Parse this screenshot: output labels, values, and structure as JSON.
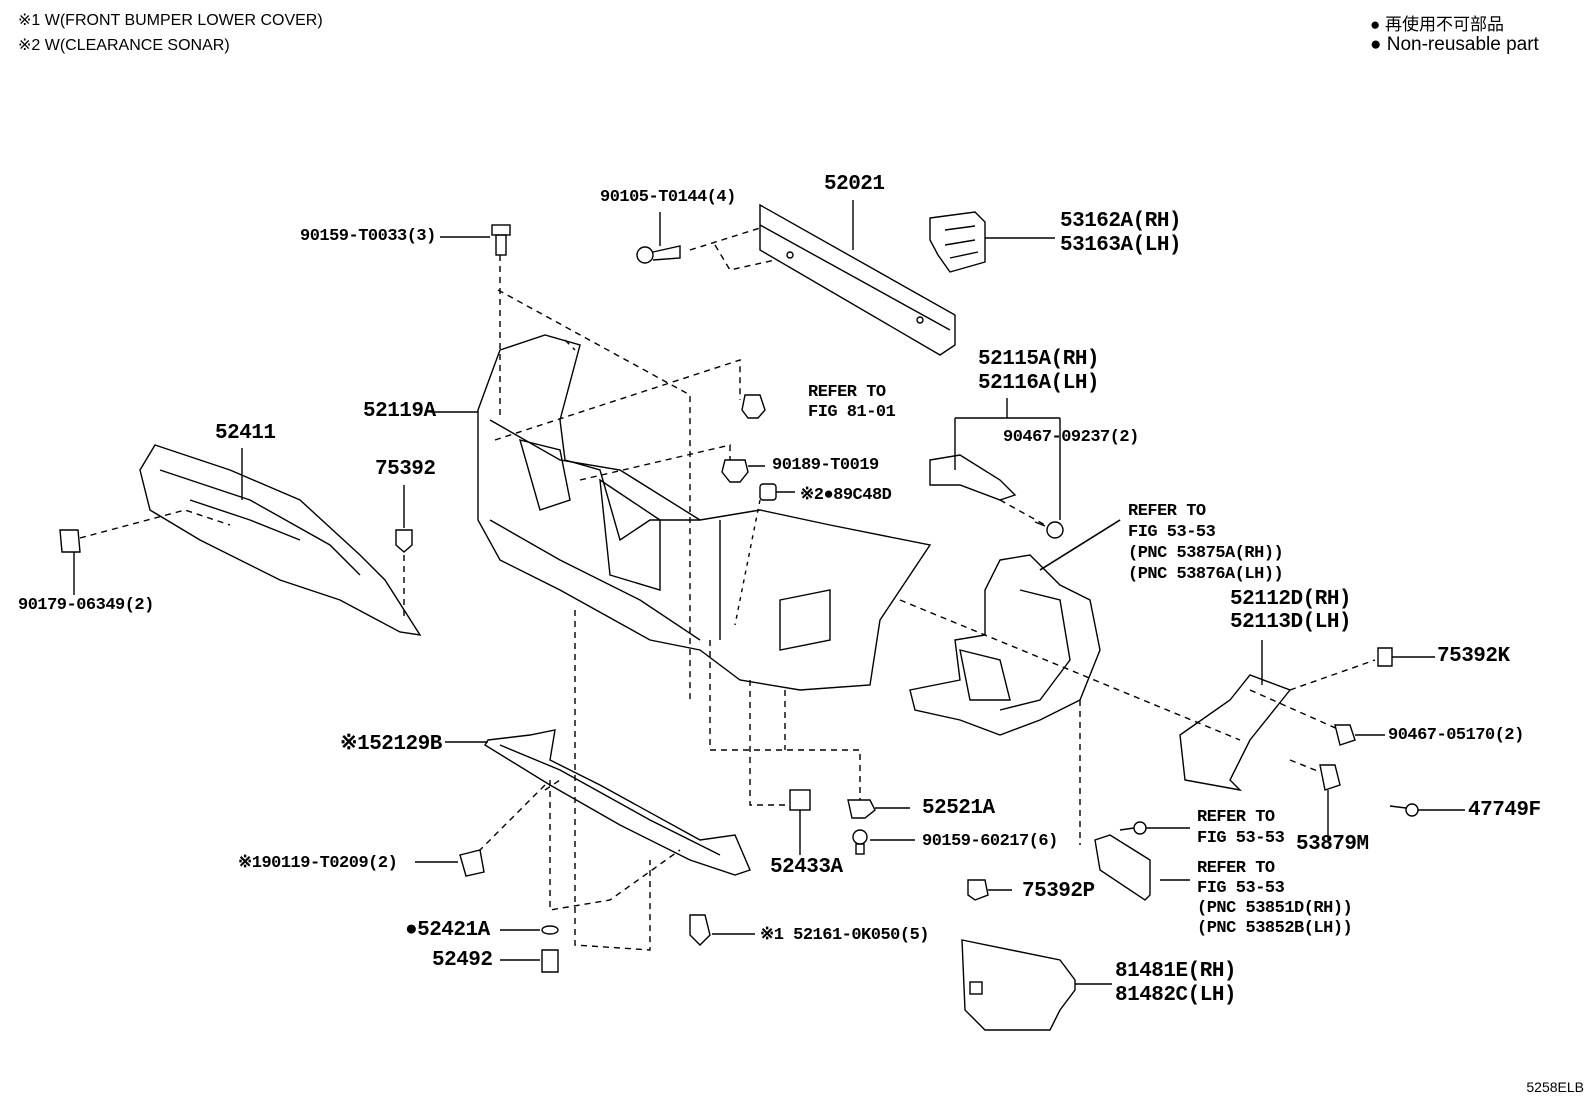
{
  "notes": {
    "n1": "※1 W(FRONT BUMPER LOWER COVER)",
    "n2": "※2 W(CLEARANCE SONAR)",
    "legend_jp": "● 再使用不可部品",
    "legend_en": "● Non-reusable part"
  },
  "labels": {
    "p90105": "90105-T0144(4)",
    "p52021": "52021",
    "p53162": "53162A(RH)",
    "p53163": "53163A(LH)",
    "p90159a": "90159-T0033(3)",
    "refer81a": "REFER TO",
    "refer81b": "FIG 81-01",
    "p52115": "52115A(RH)",
    "p52116": "52116A(LH)",
    "p52119": "52119A",
    "p90467a": "90467-09237(2)",
    "p52411": "52411",
    "p90189": "90189-T0019",
    "p89c48": "※2●89C48D",
    "p75392": "75392",
    "refer53a1": "REFER TO",
    "refer53a2": "FIG 53-53",
    "refer53a3": "(PNC 53875A(RH))",
    "refer53a4": "(PNC 53876A(LH))",
    "p90179": "90179-06349(2)",
    "p52112": "52112D(RH)",
    "p52113": "52113D(LH)",
    "p75392k": "75392K",
    "p52129": "※152129B",
    "p90467b": "90467-05170(2)",
    "p52521": "52521A",
    "p47749": "47749F",
    "p90159b": "90159-60217(6)",
    "refer53b1": "REFER TO",
    "refer53b2": "FIG 53-53",
    "p53879": "53879M",
    "p90119": "※190119-T0209(2)",
    "p52433": "52433A",
    "refer53c1": "REFER TO",
    "refer53c2": "FIG 53-53",
    "refer53c3": "(PNC 53851D(RH))",
    "refer53c4": "(PNC 53852B(LH))",
    "p75392p": "75392P",
    "p52421": "●52421A",
    "p52161": "※1 52161-0K050(5)",
    "p52492": "52492",
    "p81481": "81481E(RH)",
    "p81482": "81482C(LH)",
    "drawing_code": "5258ELB"
  }
}
